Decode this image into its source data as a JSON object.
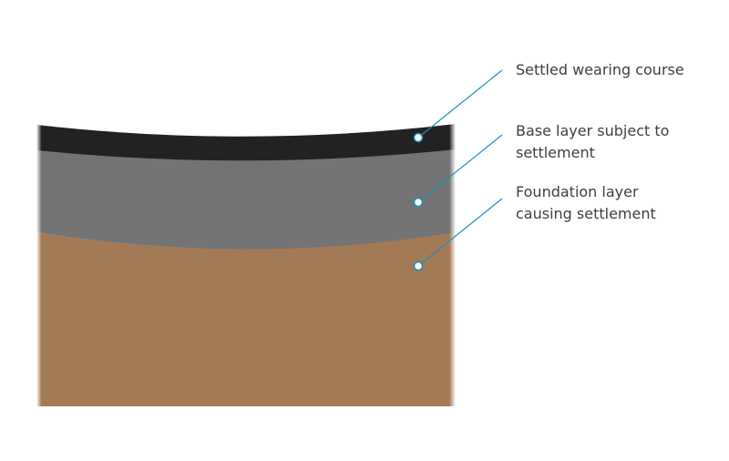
{
  "layers": [
    {
      "id": "wearing-course",
      "color": "#222222"
    },
    {
      "id": "base-layer",
      "color": "#737373"
    },
    {
      "id": "foundation-layer",
      "color": "#a47955"
    }
  ],
  "callouts": [
    {
      "lines": [
        "Settled wearing course"
      ]
    },
    {
      "lines": [
        "Base layer subject to",
        "settlement"
      ]
    },
    {
      "lines": [
        "Foundation layer",
        "causing settlement"
      ]
    }
  ],
  "callout_color": "#1b8fc0"
}
